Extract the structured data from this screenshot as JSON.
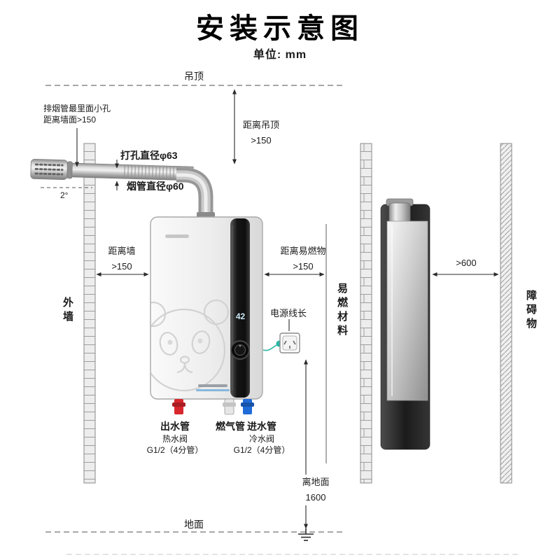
{
  "title": "安装示意图",
  "unit": "单位: mm",
  "boundaries": {
    "ceiling": "吊顶",
    "ground": "地面",
    "exterior_wall": "外墙",
    "flammable_material": "易燃材料",
    "obstacle": "障碍物"
  },
  "exhaust": {
    "note_line1": "排烟管最里面小孔",
    "note_line2": "距离墙面>150",
    "hole_diameter": "打孔直径φ63",
    "pipe_diameter": "烟管直径φ60",
    "slope_angle": "2°"
  },
  "clearances": {
    "ceiling_label": "距离吊顶",
    "ceiling_value": ">150",
    "wall_label": "距离墙",
    "wall_value": ">150",
    "flammable_label": "距离易燃物",
    "flammable_value": ">150",
    "obstacle_value": ">600",
    "power_cord_label": "电源线长",
    "floor_label": "离地面",
    "floor_value": "1600"
  },
  "heater": {
    "display_temperature": "42"
  },
  "connections": {
    "hot_pipe_label": "出水管",
    "hot_valve_label": "热水阀",
    "hot_valve_spec": "G1/2（4分管）",
    "gas_pipe_label": "燃气管",
    "cold_pipe_label": "进水管",
    "cold_valve_label": "冷水阀",
    "cold_valve_spec": "G1/2（4分管）"
  },
  "colors": {
    "hot_water": "#d7262c",
    "cold_water": "#1f6bd8",
    "power_accent": "#2ab5a5",
    "control_panel": "#1c1c1c",
    "display_text": "#cdeaf7"
  }
}
